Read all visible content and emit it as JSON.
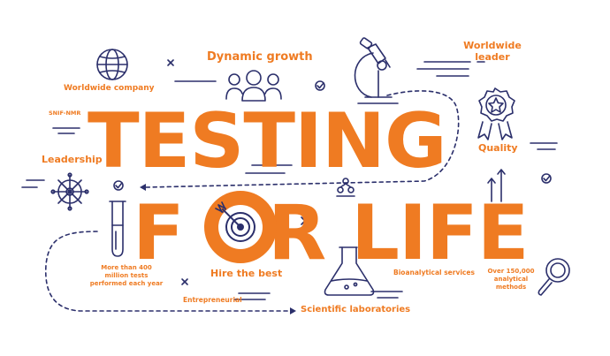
{
  "headline": {
    "line1": "TESTING",
    "line2_left": "F",
    "line2_right": "R LIFE"
  },
  "labels": {
    "worldwide_company": "Worldwide company",
    "dynamic_growth": "Dynamic growth",
    "worldwide_leader_1": "Worldwide",
    "worldwide_leader_2": "leader",
    "snif_nmr": "SNIF-NMR",
    "leadership": "Leadership",
    "quality": "Quality",
    "tests_1": "More than 400",
    "tests_2": "million tests",
    "tests_3": "performed each year",
    "hire_the_best": "Hire the best",
    "bioanalytical_services": "Bioanalytical services",
    "methods_1": "Over 150,000",
    "methods_2": "analytical",
    "methods_3": "methods",
    "entrepreneurial": "Entrepreneurial",
    "scientific_laboratories": "Scientific laboratories"
  },
  "icons": [
    "globe-icon",
    "people-group-icon",
    "microscope-icon",
    "award-medal-icon",
    "ship-wheel-icon",
    "test-tube-icon",
    "target-icon",
    "flask-icon",
    "magnifier-icon",
    "bar-arrows-icon",
    "network-icon"
  ],
  "colors": {
    "accent": "#ef7b22",
    "line": "#2b2f6b",
    "background": "#ffffff"
  }
}
